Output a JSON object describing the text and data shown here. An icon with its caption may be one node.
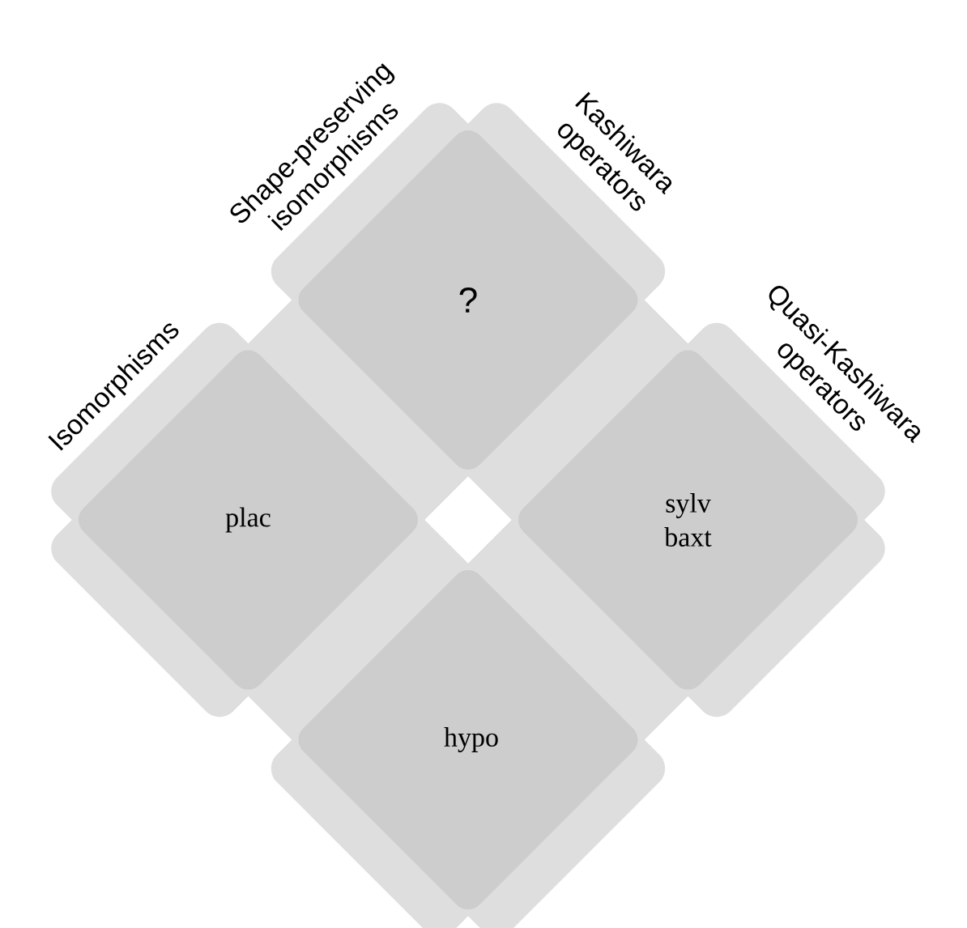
{
  "diagram": {
    "nodes": [
      {
        "text": [
          "Isomorphisms"
        ]
      },
      {
        "text": [
          "Shape-preserving isomorphisms"
        ]
      },
      {
        "text": [
          "Kashiwara operators"
        ]
      },
      {
        "text": [
          "Quasi-Kashiwara operators"
        ]
      },
      {
        "text": [
          "?"
        ]
      },
      {
        "text": [
          "plac"
        ]
      },
      {
        "text": [
          "sylv baxt"
        ]
      },
      {
        "text": [
          "hypo"
        ]
      }
    ]
  }
}
